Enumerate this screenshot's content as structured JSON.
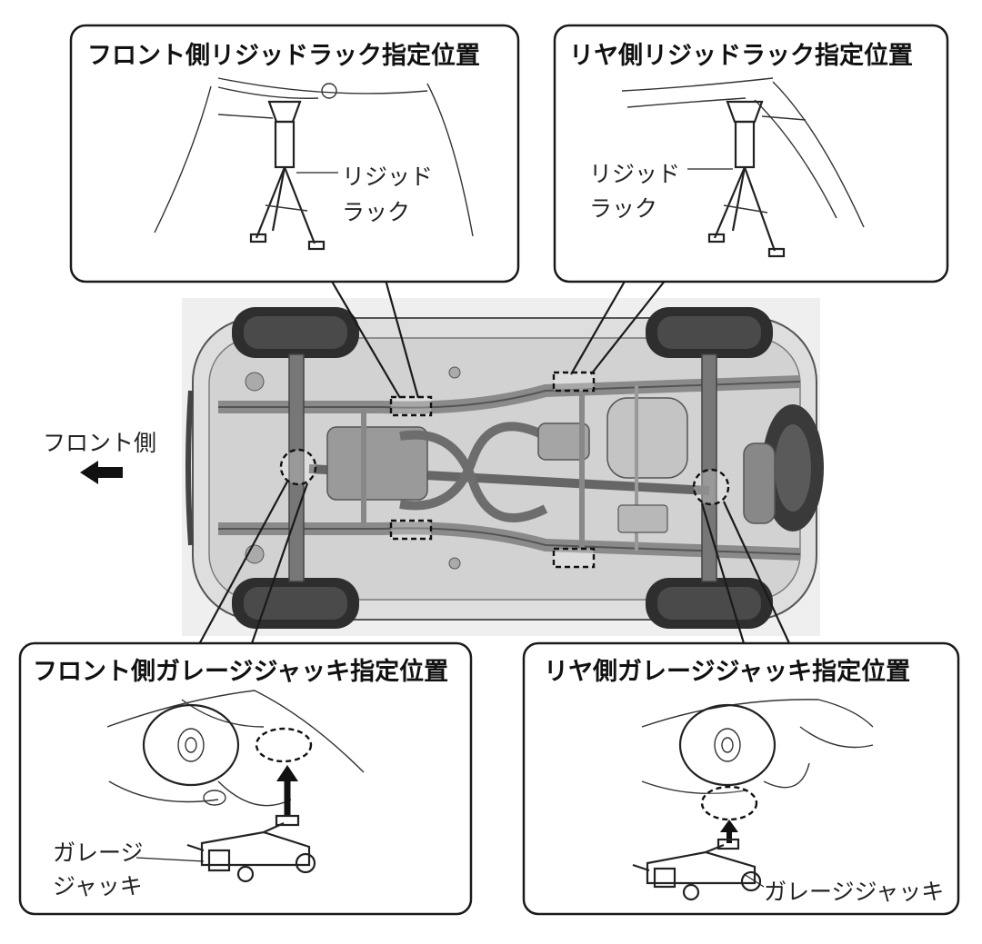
{
  "panels": {
    "front_rack": {
      "title": "フロント側リジッドラック指定位置",
      "label_line1": "リジッド",
      "label_line2": "ラック"
    },
    "rear_rack": {
      "title": "リヤ側リジッドラック指定位置",
      "label_line1": "リジッド",
      "label_line2": "ラック"
    },
    "front_jack": {
      "title": "フロント側ガレージジャッキ指定位置",
      "label_line1": "ガレージ",
      "label_line2": "ジャッキ"
    },
    "rear_jack": {
      "title": "リヤ側ガレージジャッキ指定位置",
      "label": "ガレージジャッキ"
    }
  },
  "direction": {
    "label": "フロント側",
    "icon": "arrow-left-icon"
  },
  "colors": {
    "line": "#1a1a1a",
    "underbody_bg": "#ececec",
    "tire": "#2b2b2b",
    "highlight": "#bdbdbd"
  }
}
